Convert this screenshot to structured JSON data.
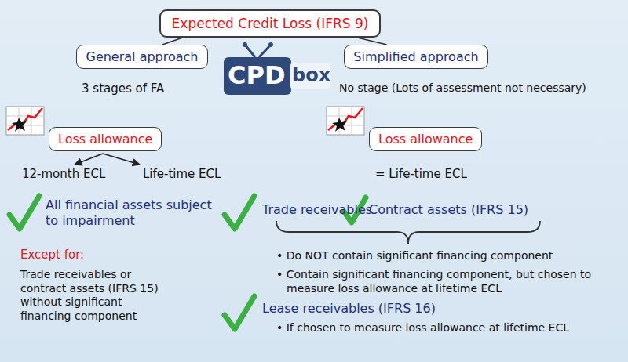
{
  "diagram": {
    "nodes": [
      {
        "text": [
          "Expected Credit Loss (IFRS 9)"
        ]
      },
      {
        "text": [
          "General approach"
        ]
      },
      {
        "text": [
          "Simplified approach"
        ]
      },
      {
        "text": [
          "Loss allowance"
        ]
      },
      {
        "text": [
          "Loss allowance"
        ]
      }
    ],
    "edges": [
      {
        "from": 0,
        "to": 1,
        "arrow": "none"
      },
      {
        "from": 0,
        "to": 2,
        "arrow": "none"
      }
    ],
    "labels": [
      "CPD",
      "box",
      "3 stages of FA",
      "No stage (Lots of assessment not necessary)",
      "12-month ECL",
      "Life-time ECL",
      "= Life-time ECL",
      "All financial assets subject to impairment",
      "Except for:",
      "Trade receivables or contract assets (IFRS 15) without significant financing component",
      "Trade receivables",
      "Contract assets (IFRS 15)",
      "• Do NOT contain significant financing component",
      "• Contain significant financing component, but chosen to measure loss allowance at lifetime ECL",
      "Lease receivables (IFRS 16)",
      "• If chosen to measure loss allowance at lifetime ECL"
    ]
  }
}
